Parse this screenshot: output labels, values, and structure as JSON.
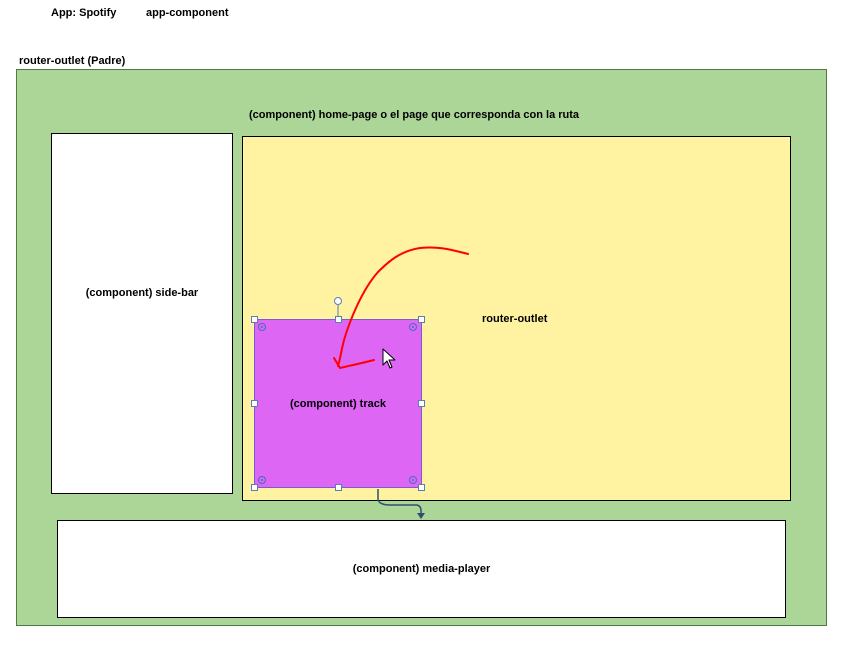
{
  "header": {
    "app_label": "App: Spotify",
    "component_label": "app-component"
  },
  "router_outlet_parent": {
    "title": "router-outlet (Padre)",
    "color": "#acd598",
    "border": "#4e7a43"
  },
  "home_page": {
    "label": "(component) home-page o el page que corresponda con la ruta"
  },
  "side_bar": {
    "label": "(component)  side-bar"
  },
  "router_outlet_inner": {
    "label": "router-outlet",
    "color": "#fff2a0"
  },
  "track": {
    "label": "(component) track",
    "color": "#dd66f5",
    "border": "#7a5bd1"
  },
  "media_player": {
    "label": "(component)  media-player"
  },
  "annotation": {
    "stroke_color": "#ff0000",
    "connector_color": "#2f5070"
  },
  "icons": {
    "cursor": "mouse-pointer-icon",
    "resize_handle": "selection-handle-icon",
    "rotate_handle": "rotate-handle-icon",
    "connection_anchor": "connection-point-icon"
  }
}
